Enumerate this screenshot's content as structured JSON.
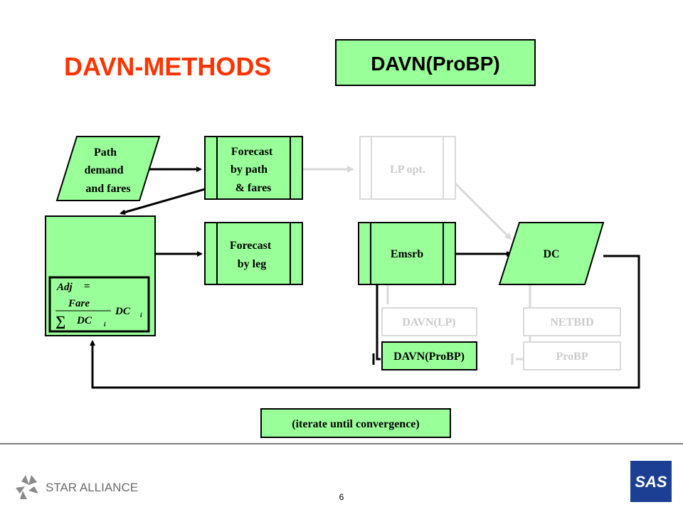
{
  "slide": {
    "title": "DAVN-METHODS",
    "method_box": "DAVN(ProBP)",
    "page_number": "6",
    "footer_logo_text": "STAR ALLIANCE",
    "brand_logo_text": "SAS"
  },
  "diagram": {
    "path_demand": [
      "Path",
      "demand",
      "and fares"
    ],
    "forecast_path": [
      "Forecast",
      "by path",
      "& fares"
    ],
    "lp_opt": "LP opt.",
    "forecast_leg": [
      "Forecast",
      "by leg"
    ],
    "emsrb": "Emsrb",
    "dc": "DC",
    "davn_lp": "DAVN(LP)",
    "netbid": "NETBID",
    "davn_probp": "DAVN(ProBP)",
    "probp": "ProBP",
    "iterate": "(iterate until convergence)",
    "formula": {
      "adj": "Adj",
      "eq": "=",
      "fare": "Fare",
      "sum": "∑",
      "dc": "DC",
      "i": "i",
      "dc_right": "DC",
      "i_right": "i"
    }
  },
  "colors": {
    "box_fill": "#99ff99",
    "title_red": "#ff3300",
    "faded": "#d4d4d4",
    "logo_blue": "#1c3f94"
  }
}
